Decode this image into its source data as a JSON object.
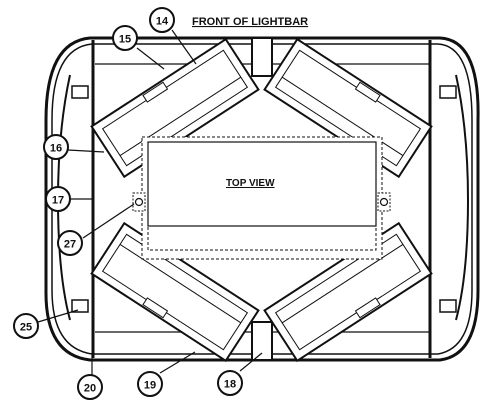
{
  "header": {
    "title": "FRONT OF LIGHTBAR"
  },
  "center": {
    "label": "TOP VIEW"
  },
  "callouts": {
    "c14": "14",
    "c15": "15",
    "c16": "16",
    "c17": "17",
    "c18": "18",
    "c19": "19",
    "c20": "20",
    "c25": "25",
    "c27": "27"
  }
}
